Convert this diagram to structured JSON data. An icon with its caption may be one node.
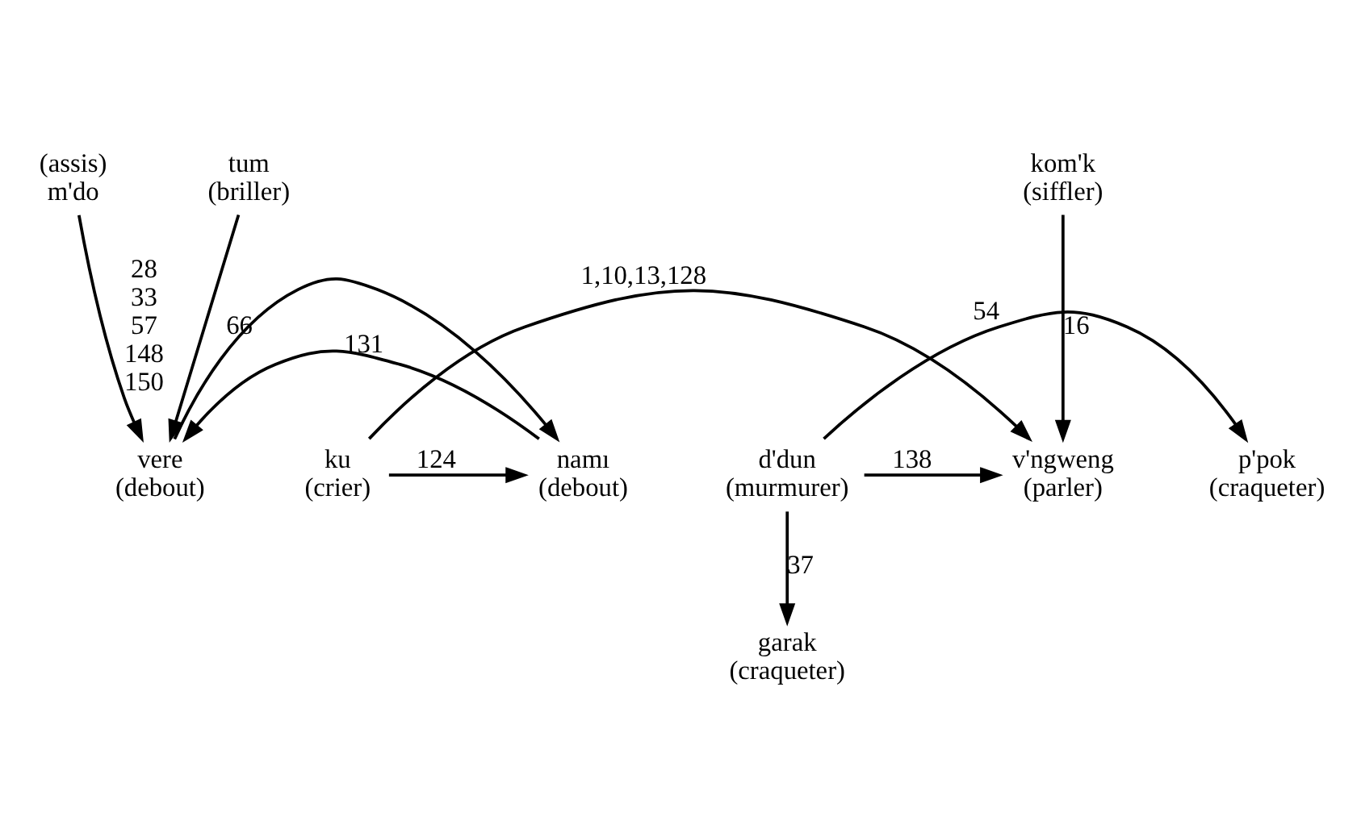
{
  "diagram": {
    "nodes": [
      {
        "text": [
          "(assis)",
          "m'do"
        ]
      },
      {
        "text": [
          "p'pok",
          "(craqueter)"
        ]
      },
      {
        "text": [
          "d'dun",
          "(murmurer)"
        ]
      },
      {
        "text": [
          "v'ngweng",
          "(parler)"
        ]
      },
      {
        "text": [
          "ku",
          "(crier)"
        ]
      },
      {
        "text": [
          "namı",
          "(debout)"
        ]
      },
      {
        "text": [
          "vere",
          "(debout)"
        ]
      },
      {
        "text": [
          "garak",
          "(craqueter)"
        ]
      },
      {
        "text": [
          "kom'k",
          "(siffler)"
        ]
      },
      {
        "text": [
          "tum",
          "(briller)"
        ]
      }
    ],
    "edges": [
      {
        "from": 0,
        "to": 6,
        "arrow": "to",
        "label": "28 33 57 148 150"
      },
      {
        "from": 2,
        "to": 1,
        "arrow": "to",
        "label": "54"
      },
      {
        "from": 2,
        "to": 3,
        "arrow": "to",
        "label": "138"
      },
      {
        "from": 4,
        "to": 3,
        "arrow": "to",
        "label": "1,10,13,128"
      },
      {
        "from": 4,
        "to": 5,
        "arrow": "to",
        "label": "124"
      },
      {
        "from": 5,
        "to": 6,
        "arrow": "to",
        "label": "131"
      },
      {
        "from": 6,
        "to": 5,
        "arrow": "to"
      },
      {
        "from": 2,
        "to": 7,
        "arrow": "to",
        "label": "37"
      },
      {
        "from": 8,
        "to": 3,
        "arrow": "to",
        "label": "16"
      },
      {
        "from": 9,
        "to": 6,
        "arrow": "to",
        "label": "66"
      }
    ]
  }
}
